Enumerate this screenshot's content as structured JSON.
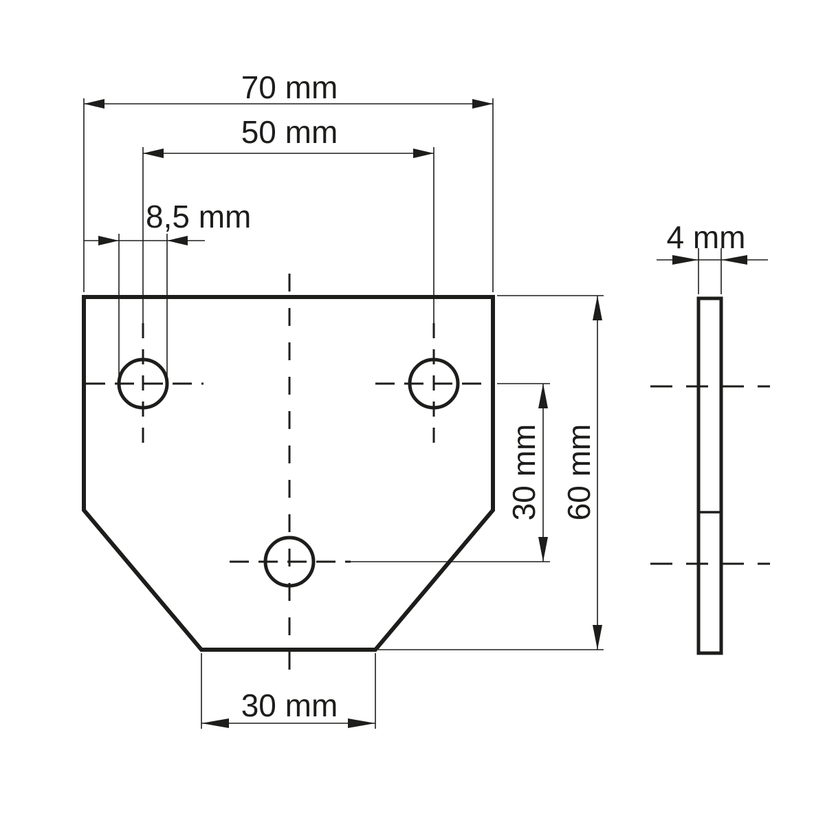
{
  "drawing": {
    "type": "technical-drawing",
    "subject": "mounting plate with three holes",
    "line_color": "#1d1d1b",
    "background": "#ffffff"
  },
  "dimensions": {
    "overall_width": "70 mm",
    "hole_spacing_horizontal": "50 mm",
    "hole_diameter": "8,5 mm",
    "thickness": "4 mm",
    "hole_spacing_vertical": "30 mm",
    "overall_height": "60 mm",
    "bottom_edge_width": "30 mm"
  },
  "views": [
    {
      "name": "front view",
      "holes": 3
    },
    {
      "name": "side view"
    }
  ]
}
